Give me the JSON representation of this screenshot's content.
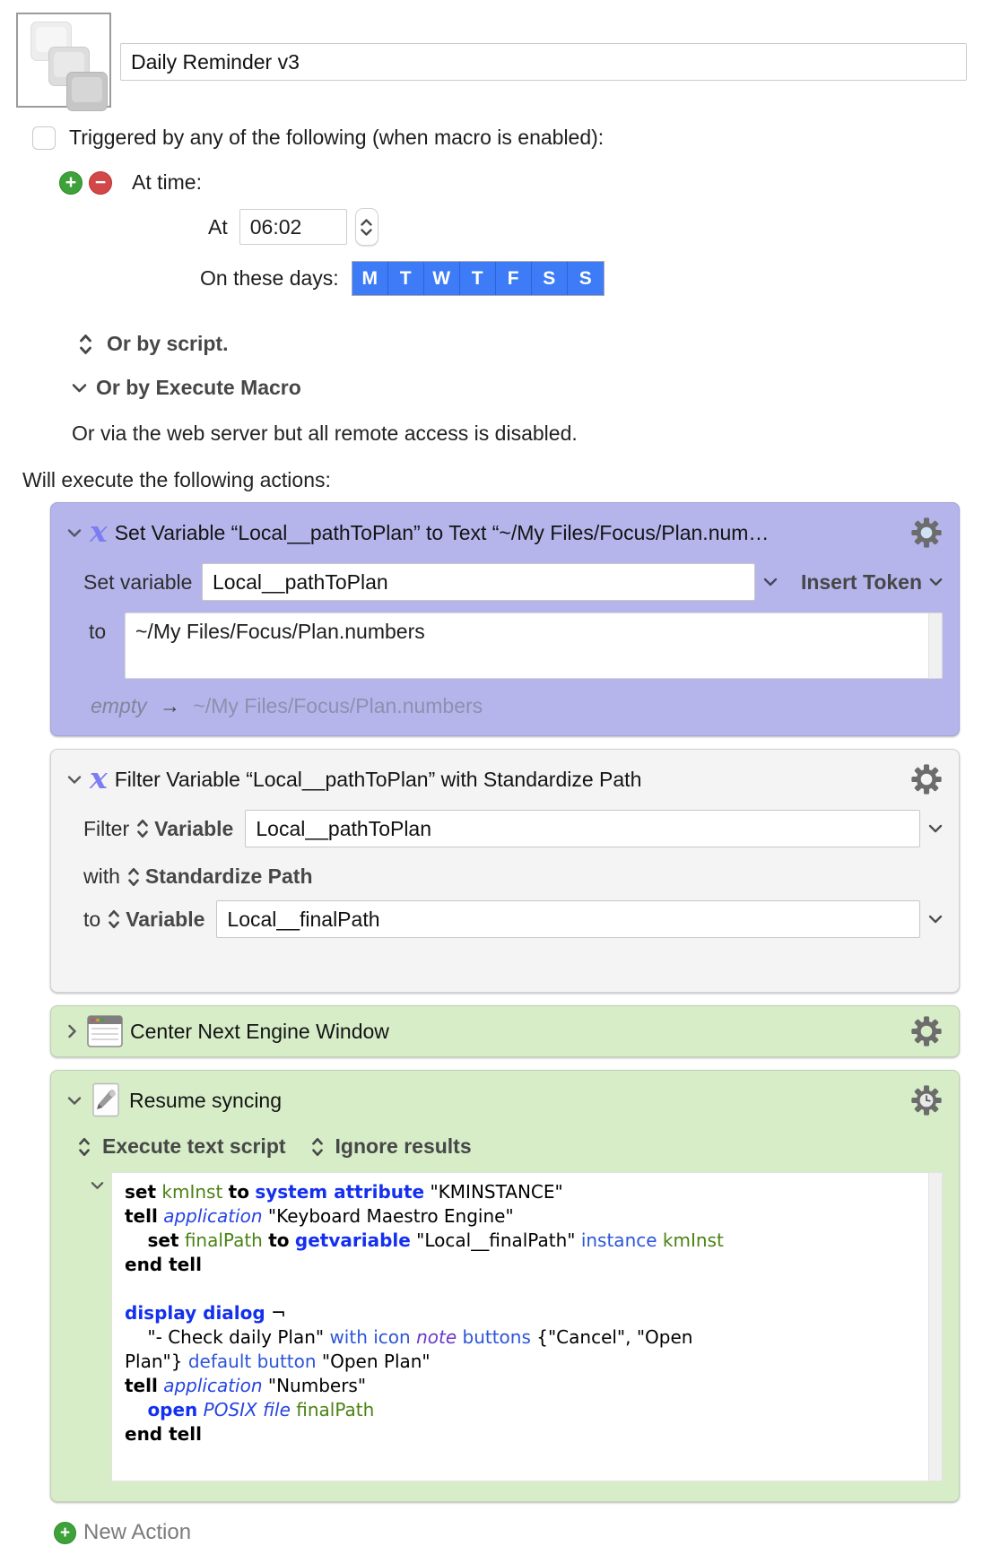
{
  "macro": {
    "title": "Daily Reminder v3"
  },
  "triggers": {
    "enabled_label": "Triggered by any of the following (when macro is enabled):",
    "at_time": {
      "label": "At time:",
      "at_label": "At",
      "time": "06:02",
      "days_label": "On these days:",
      "days": [
        "M",
        "T",
        "W",
        "T",
        "F",
        "S",
        "S"
      ]
    },
    "or_script": "Or by script.",
    "or_execute_macro": "Or by Execute Macro",
    "web_server_note": "Or via the web server but all remote access is disabled."
  },
  "actions_header": "Will execute the following actions:",
  "set_variable_action": {
    "title": "Set Variable “Local__pathToPlan” to Text “~/My Files/Focus/Plan.num…",
    "set_label": "Set variable",
    "variable": "Local__pathToPlan",
    "insert_token_label": "Insert Token",
    "to_label": "to",
    "value": "~/My Files/Focus/Plan.numbers",
    "preview_old": "empty",
    "preview_arrow": "→",
    "preview_new": "~/My Files/Focus/Plan.numbers"
  },
  "filter_action": {
    "title": "Filter Variable “Local__pathToPlan” with Standardize Path",
    "filter_label": "Filter",
    "variable_label": "Variable",
    "variable": "Local__pathToPlan",
    "with_label": "with",
    "filter_name": "Standardize Path",
    "to_label": "to",
    "to_variable_label": "Variable",
    "to_variable": "Local__finalPath"
  },
  "center_window_action": {
    "title": "Center Next Engine Window"
  },
  "script_action": {
    "title": "Resume syncing",
    "execute_label": "Execute text script",
    "results_label": "Ignore results",
    "code_lines": [
      [
        [
          "k",
          "set"
        ],
        [
          "p",
          " "
        ],
        [
          "v",
          "kmInst"
        ],
        [
          "p",
          " "
        ],
        [
          "k",
          "to"
        ],
        [
          "p",
          " "
        ],
        [
          "ab",
          "system attribute"
        ],
        [
          "p",
          " \"KMINSTANCE\""
        ]
      ],
      [
        [
          "k",
          "tell"
        ],
        [
          "p",
          " "
        ],
        [
          "cl",
          "application"
        ],
        [
          "p",
          " \"Keyboard Maestro Engine\""
        ]
      ],
      [
        [
          "p",
          "    "
        ],
        [
          "k",
          "set"
        ],
        [
          "p",
          " "
        ],
        [
          "v",
          "finalPath"
        ],
        [
          "p",
          " "
        ],
        [
          "k",
          "to"
        ],
        [
          "p",
          " "
        ],
        [
          "ab",
          "getvariable"
        ],
        [
          "p",
          " \"Local__finalPath\" "
        ],
        [
          "ap",
          "instance"
        ],
        [
          "p",
          " "
        ],
        [
          "v",
          "kmInst"
        ]
      ],
      [
        [
          "k",
          "end tell"
        ]
      ],
      [],
      [
        [
          "ab",
          "display dialog"
        ],
        [
          "p",
          " ¬"
        ]
      ],
      [
        [
          "p",
          "    \"- Check daily Plan\" "
        ],
        [
          "ap",
          "with icon"
        ],
        [
          "p",
          " "
        ],
        [
          "en",
          "note"
        ],
        [
          "p",
          " "
        ],
        [
          "ap",
          "buttons"
        ],
        [
          "p",
          " {\"Cancel\", \"Open"
        ]
      ],
      [
        [
          "p",
          "Plan\"} "
        ],
        [
          "ap",
          "default button"
        ],
        [
          "p",
          " \"Open Plan\""
        ]
      ],
      [
        [
          "k",
          "tell"
        ],
        [
          "p",
          " "
        ],
        [
          "cl",
          "application"
        ],
        [
          "p",
          " \"Numbers\""
        ]
      ],
      [
        [
          "p",
          "    "
        ],
        [
          "ab",
          "open"
        ],
        [
          "p",
          " "
        ],
        [
          "cl",
          "POSIX file"
        ],
        [
          "p",
          " "
        ],
        [
          "v",
          "finalPath"
        ]
      ],
      [
        [
          "k",
          "end tell"
        ]
      ]
    ]
  },
  "new_action_label": "New Action",
  "colors": {
    "day_button_blue": "#3d7bf7",
    "set_variable_block": "#b5b5ec",
    "filter_block": "#f4f4f4",
    "applescript_block": "#d6edc8",
    "add_green": "#3ea23a",
    "remove_red": "#d24848"
  }
}
